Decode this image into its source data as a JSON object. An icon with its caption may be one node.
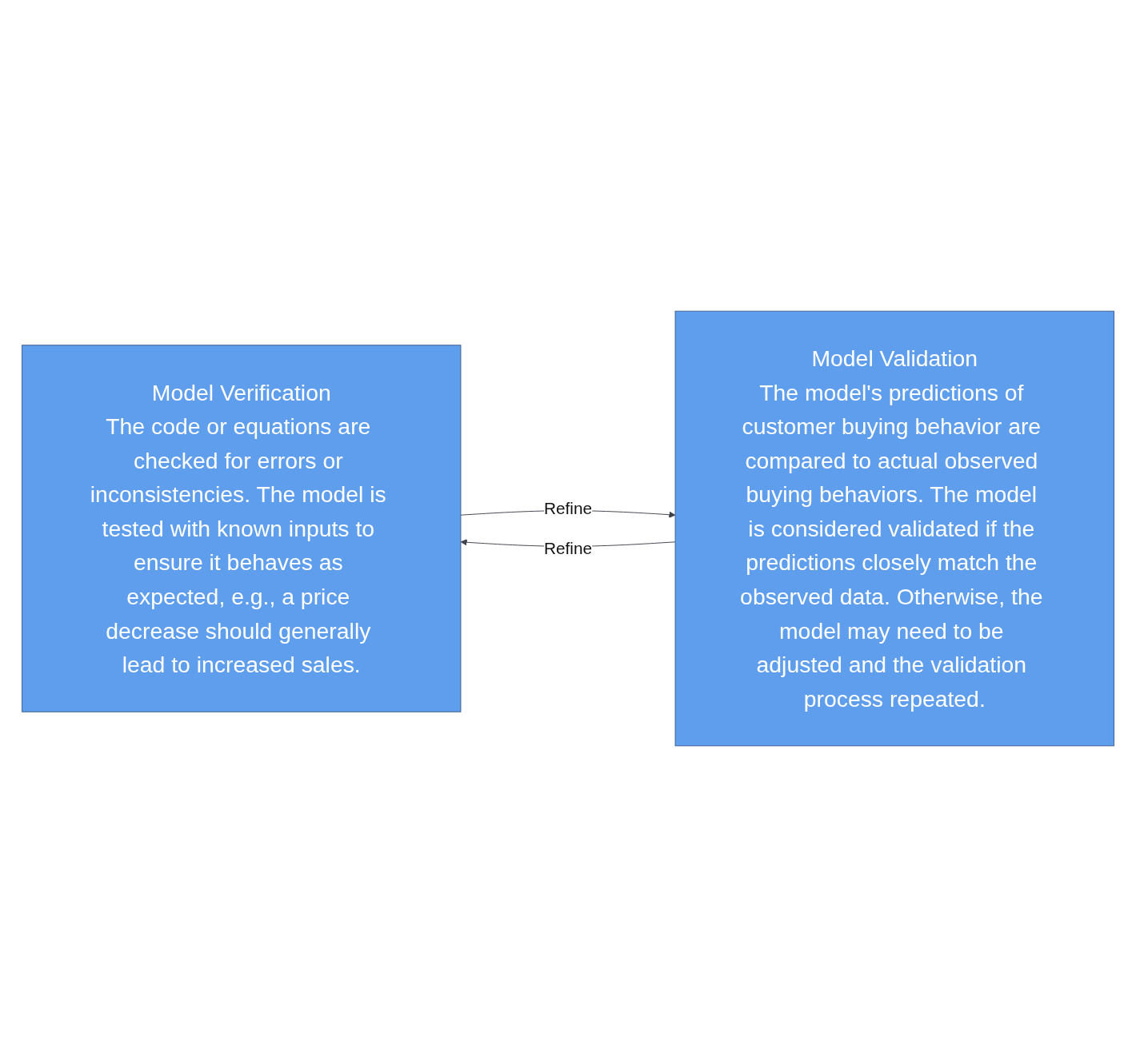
{
  "diagram": {
    "nodes": [
      {
        "text": [
          "Model Verification",
          "The code or equations are checked for errors or inconsistencies. The model is tested with known inputs to ensure it behaves as expected, e.g., a price decrease should generally lead to increased sales."
        ]
      },
      {
        "text": [
          "Model Validation",
          "The model's predictions of customer buying behavior are compared to actual observed buying behaviors. The model is considered validated if the predictions closely match the observed data. Otherwise, the model may need to be adjusted and the validation process repeated."
        ]
      }
    ],
    "edges": [
      {
        "from": 1,
        "to": 0,
        "arrow": "to",
        "label": "Refine"
      },
      {
        "from": 0,
        "to": 1,
        "arrow": "to",
        "label": "Refine"
      }
    ]
  }
}
